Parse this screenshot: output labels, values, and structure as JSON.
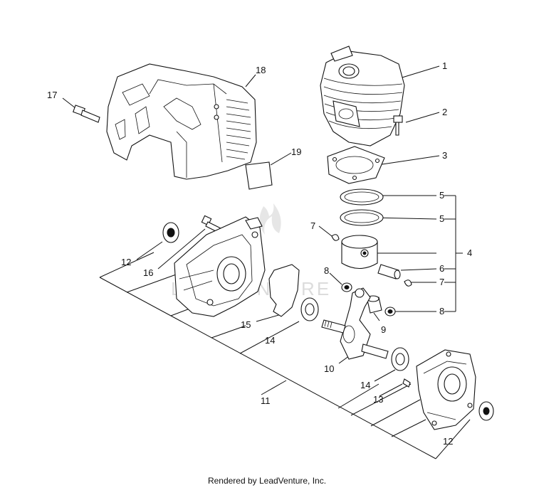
{
  "credit": "Rendered by LeadVenture, Inc.",
  "watermark": "LEADVENTURE",
  "callouts": [
    {
      "id": "1",
      "text": "1"
    },
    {
      "id": "2",
      "text": "2"
    },
    {
      "id": "3",
      "text": "3"
    },
    {
      "id": "4",
      "text": "4"
    },
    {
      "id": "5a",
      "text": "5"
    },
    {
      "id": "5b",
      "text": "5"
    },
    {
      "id": "6",
      "text": "6"
    },
    {
      "id": "7a",
      "text": "7"
    },
    {
      "id": "7b",
      "text": "7"
    },
    {
      "id": "8a",
      "text": "8"
    },
    {
      "id": "8b",
      "text": "8"
    },
    {
      "id": "9",
      "text": "9"
    },
    {
      "id": "10",
      "text": "10"
    },
    {
      "id": "11",
      "text": "11"
    },
    {
      "id": "12a",
      "text": "12"
    },
    {
      "id": "12b",
      "text": "12"
    },
    {
      "id": "13",
      "text": "13"
    },
    {
      "id": "14a",
      "text": "14"
    },
    {
      "id": "14b",
      "text": "14"
    },
    {
      "id": "15",
      "text": "15"
    },
    {
      "id": "16",
      "text": "16"
    },
    {
      "id": "17",
      "text": "17"
    },
    {
      "id": "18",
      "text": "18"
    },
    {
      "id": "19",
      "text": "19"
    }
  ]
}
